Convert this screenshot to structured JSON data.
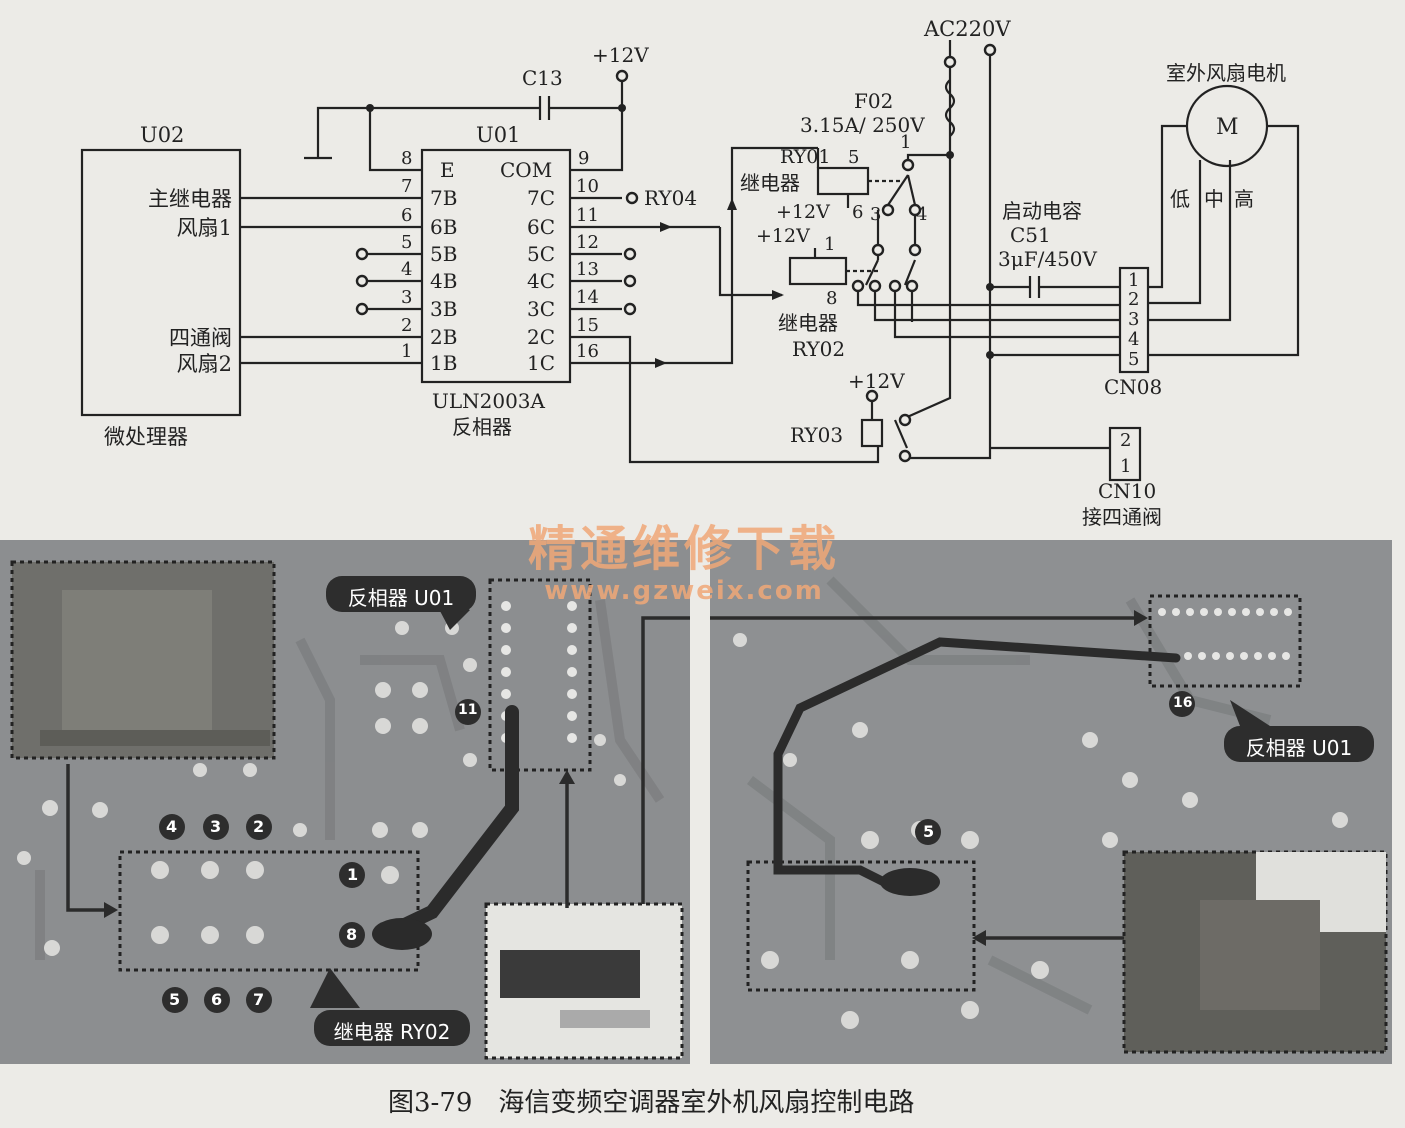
{
  "schematic": {
    "u02": {
      "title": "U02",
      "inputs": [
        "主继电器",
        "风扇1",
        "四通阀",
        "风扇2"
      ],
      "caption": "微处理器"
    },
    "u01": {
      "title": "U01",
      "left_pins": [
        "E",
        "7B",
        "6B",
        "5B",
        "4B",
        "3B",
        "2B",
        "1B"
      ],
      "left_nums": [
        "8",
        "7",
        "6",
        "5",
        "4",
        "3",
        "2",
        "1"
      ],
      "right_pins": [
        "COM",
        "7C",
        "6C",
        "5C",
        "4C",
        "3C",
        "2C",
        "1C"
      ],
      "right_nums": [
        "9",
        "10",
        "11",
        "12",
        "13",
        "14",
        "15",
        "16"
      ],
      "caption1": "ULN2003A",
      "caption2": "反相器"
    },
    "c13": "C13",
    "vcc": "+12V",
    "ry04": "RY04",
    "ac": "AC220V",
    "f02_name": "F02",
    "f02_rating": "3.15A/ 250V",
    "ry01": {
      "name": "RY01",
      "label": "继电器",
      "pins": [
        "5",
        "1",
        "6",
        "3",
        "4"
      ]
    },
    "ry02": {
      "label": "继电器",
      "name": "RY02",
      "pins": [
        "1",
        "8"
      ]
    },
    "ry03": "RY03",
    "cap_label": "启动电容",
    "c51_name": "C51",
    "c51_rating": "3μF/450V",
    "motor_title": "室外风扇电机",
    "motor_symbol": "M",
    "speeds": [
      "低",
      "中",
      "高"
    ],
    "cn08": {
      "name": "CN08",
      "pins": [
        "1",
        "2",
        "3",
        "4",
        "5"
      ]
    },
    "cn10": {
      "name": "CN10",
      "pins": [
        "2",
        "1"
      ],
      "note": "接四通阀"
    }
  },
  "photos": {
    "left_label_top": "反相器 U01",
    "left_label_bottom": "继电器 RY02",
    "left_pins": [
      "4",
      "3",
      "2",
      "1",
      "8",
      "5",
      "6",
      "7"
    ],
    "left_pin11": "11",
    "right_label": "反相器 U01",
    "right_pin16": "16",
    "right_pin5": "5"
  },
  "watermark": {
    "title": "精通维修下载",
    "url": "www.gzweix.com"
  },
  "figure": {
    "number": "图3-79",
    "title": "海信变频空调器室外机风扇控制电路"
  }
}
